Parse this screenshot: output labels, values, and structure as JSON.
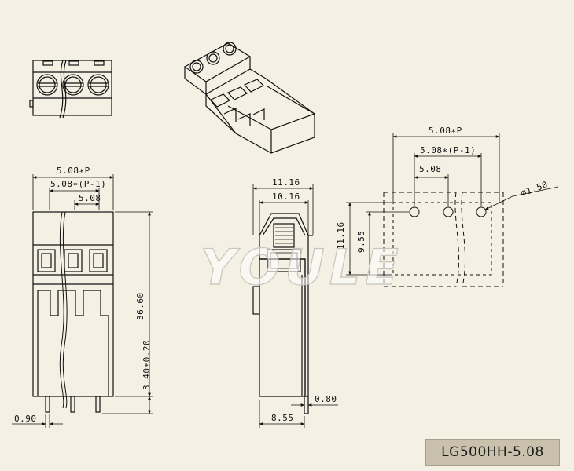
{
  "watermark": "YOULE",
  "model": "LG500HH-5.08",
  "colors": {
    "background": "#f4f0e4",
    "line": "#111111",
    "badge": "#c9c1ab"
  },
  "front_view": {
    "pitch": "5.08∗P",
    "pitch_minus_one": "5.08∗(P-1)",
    "single_pitch": "5.08",
    "height": "36.60",
    "pin_length": "3.40±0.20",
    "pin_width": "0.90"
  },
  "side_view": {
    "depth_outer": "11.16",
    "depth_inner": "10.16",
    "base_width": "8.55",
    "pin_thickness": "0.80"
  },
  "pcb_layout": {
    "pitch": "5.08∗P",
    "pitch_minus_one": "5.08∗(P-1)",
    "single_pitch": "5.08",
    "hole_diameter": "⌀1.50",
    "height": "11.16",
    "hole_offset": "9.55"
  }
}
